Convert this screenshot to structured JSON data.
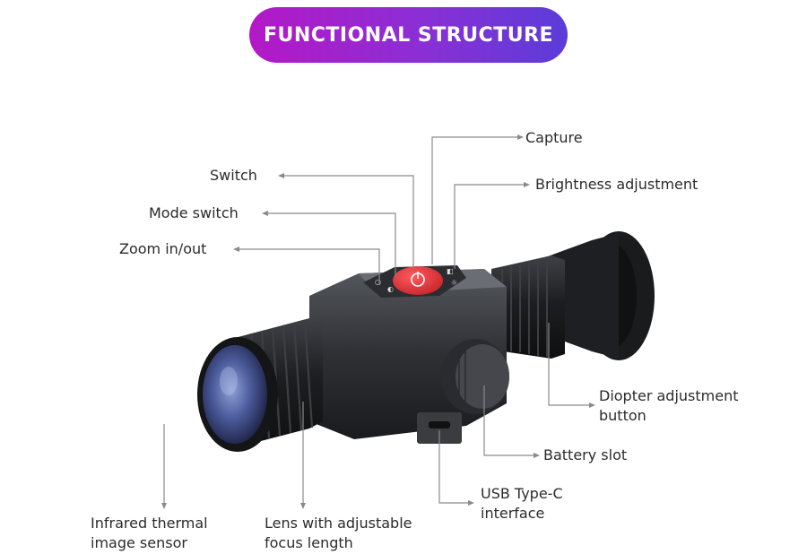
{
  "title": "FUNCTIONAL STRUCTURE",
  "labels": {
    "capture": "Capture",
    "switch": "Switch",
    "brightness": "Brightness adjustment",
    "mode_switch": "Mode switch",
    "zoom": "Zoom in/out",
    "diopter_line1": "Diopter adjustment",
    "diopter_line2": "button",
    "battery": "Battery slot",
    "usb_line1": "USB Type-C",
    "usb_line2": "interface",
    "sensor_line1": "Infrared thermal",
    "sensor_line2": "image sensor",
    "lens_line1": "Lens with adjustable",
    "lens_line2": "focus length"
  },
  "colors": {
    "title_gradient_start": "#b418c6",
    "title_gradient_end": "#5b3cd8",
    "capture_button": "#e0353b",
    "device_body": "#3a3c40",
    "lens_glass": "#4a5a9a"
  }
}
